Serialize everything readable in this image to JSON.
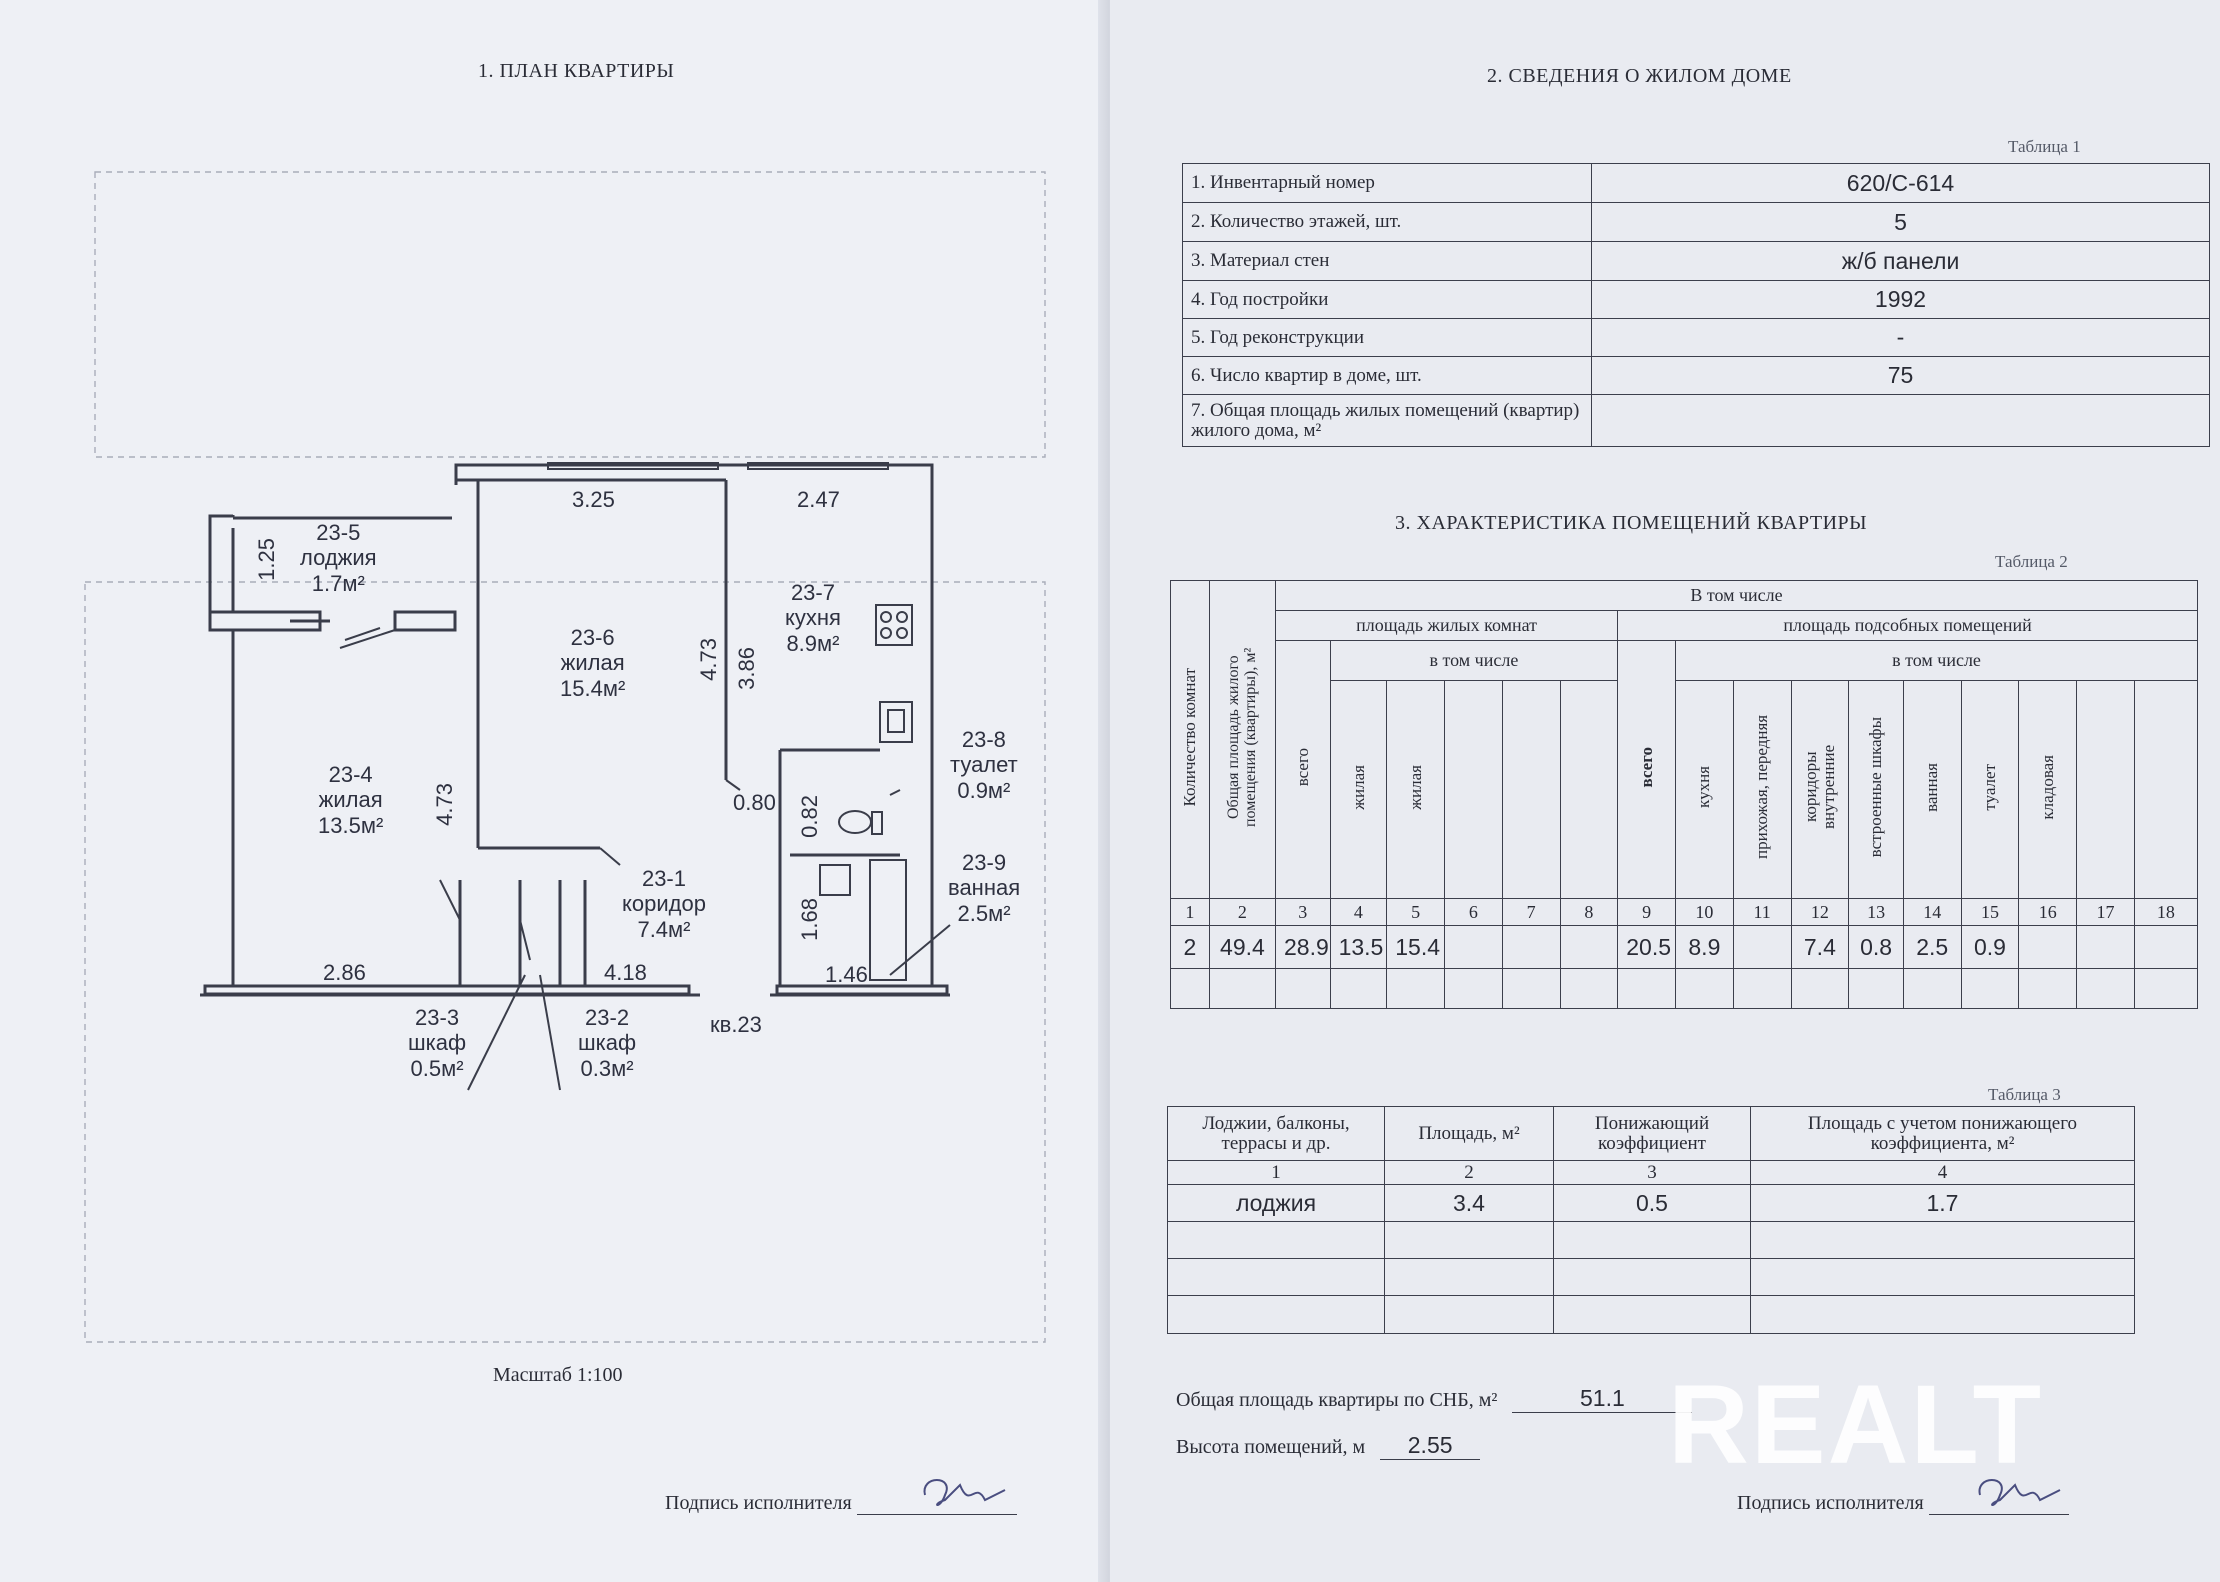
{
  "left_page": {
    "title": "1. ПЛАН КВАРТИРЫ",
    "scale": "Масштаб 1:100",
    "signature_label": "Подпись исполнителя",
    "plan": {
      "rooms": [
        {
          "id": "23-5",
          "name": "лоджия",
          "area": "1.7м²"
        },
        {
          "id": "23-6",
          "name": "жилая",
          "area": "15.4м²"
        },
        {
          "id": "23-7",
          "name": "кухня",
          "area": "8.9м²"
        },
        {
          "id": "23-4",
          "name": "жилая",
          "area": "13.5м²"
        },
        {
          "id": "23-8",
          "name": "туалет",
          "area": "0.9м²"
        },
        {
          "id": "23-1",
          "name": "коридор",
          "area": "7.4м²"
        },
        {
          "id": "23-9",
          "name": "ванная",
          "area": "2.5м²"
        },
        {
          "id": "23-3",
          "name": "шкаф",
          "area": "0.5м²"
        },
        {
          "id": "23-2",
          "name": "шкаф",
          "area": "0.3м²"
        }
      ],
      "dimensions": [
        "3.25",
        "2.47",
        "1.25",
        "4.73",
        "3.86",
        "4.73",
        "0.80",
        "0.82",
        "1.68",
        "2.86",
        "4.18",
        "1.46"
      ],
      "apartment_label": "кв.23"
    }
  },
  "right_page": {
    "section2_title": "2. СВЕДЕНИЯ О ЖИЛОМ ДОМЕ",
    "table1_caption": "Таблица 1",
    "table1": [
      {
        "label": "1. Инвентарный номер",
        "value": "620/С-614"
      },
      {
        "label": "2. Количество этажей, шт.",
        "value": "5"
      },
      {
        "label": "3. Материал стен",
        "value": "ж/б панели"
      },
      {
        "label": "4. Год постройки",
        "value": "1992"
      },
      {
        "label": "5. Год реконструкции",
        "value": "-"
      },
      {
        "label": "6. Число квартир в доме, шт.",
        "value": "75"
      },
      {
        "label": "7. Общая площадь жилых помещений (квартир) жилого дома, м²",
        "value": ""
      }
    ],
    "section3_title": "3. ХАРАКТЕРИСТИКА ПОМЕЩЕНИЙ КВАРТИРЫ",
    "table2_caption": "Таблица 2",
    "table2": {
      "col_rooms": "Количество комнат",
      "col_total": "Общая площадь жилого помещения (квартиры), м²",
      "in_total": "В том числе",
      "living_group": "площадь жилых комнат",
      "aux_group": "площадь подсобных помещений",
      "in_total_sub": "в том числе",
      "all": "всего",
      "living_cols": [
        "жилая",
        "жилая",
        "",
        "",
        ""
      ],
      "aux_cols": [
        "кухня",
        "прихожая, передняя",
        "коридоры внутренние",
        "встроенные шкафы",
        "ванная",
        "туалет",
        "кладовая",
        "",
        ""
      ],
      "numbers": [
        "1",
        "2",
        "3",
        "4",
        "5",
        "6",
        "7",
        "8",
        "9",
        "10",
        "11",
        "12",
        "13",
        "14",
        "15",
        "16",
        "17",
        "18"
      ],
      "values": [
        "2",
        "49.4",
        "28.9",
        "13.5",
        "15.4",
        "",
        "",
        "",
        "20.5",
        "8.9",
        "",
        "7.4",
        "0.8",
        "2.5",
        "0.9",
        "",
        "",
        ""
      ]
    },
    "table3_caption": "Таблица 3",
    "table3": {
      "headers": [
        "Лоджии, балконы, террасы и др.",
        "Площадь, м²",
        "Понижающий коэффициент",
        "Площадь с учетом понижающего коэффициента, м²"
      ],
      "numbers": [
        "1",
        "2",
        "3",
        "4"
      ],
      "row": [
        "лоджия",
        "3.4",
        "0.5",
        "1.7"
      ]
    },
    "total_area_label": "Общая площадь квартиры по СНБ, м²",
    "total_area_value": "51.1",
    "height_label": "Высота помещений, м",
    "height_value": "2.55",
    "signature_label": "Подпись исполнителя"
  },
  "watermark": "REALT"
}
